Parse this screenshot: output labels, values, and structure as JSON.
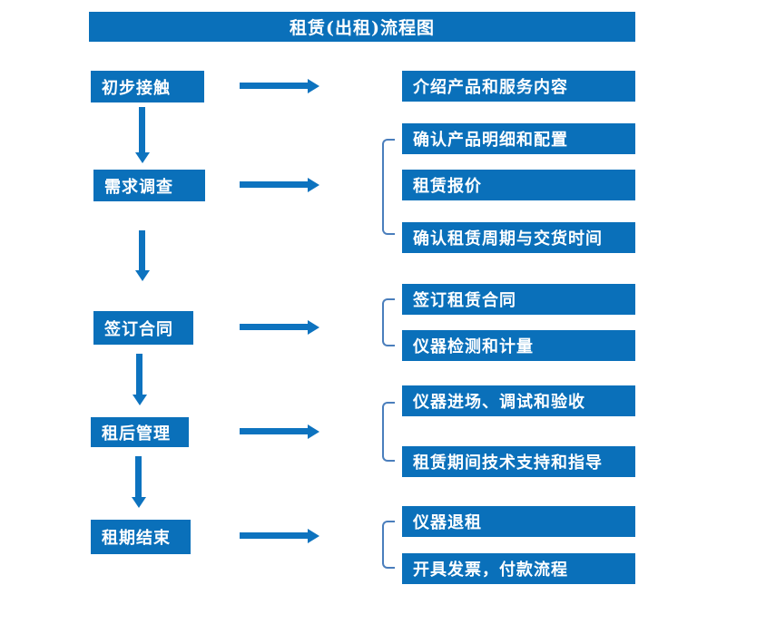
{
  "title": "租赁(出租)流程图",
  "colors": {
    "box_blue": "#0a70ba",
    "arrow_blue": "#0d73bf",
    "bracket_blue": "#4a7ebc",
    "text_white": "#ffffff",
    "background": "#ffffff"
  },
  "steps": [
    {
      "label": "初步接触",
      "details": [
        "介绍产品和服务内容"
      ]
    },
    {
      "label": "需求调查",
      "details": [
        "确认产品明细和配置",
        "租赁报价",
        "确认租赁周期与交货时间"
      ]
    },
    {
      "label": "签订合同",
      "details": [
        "签订租赁合同",
        "仪器检测和计量"
      ]
    },
    {
      "label": "租后管理",
      "details": [
        "仪器进场、调试和验收",
        "租赁期间技术支持和指导"
      ]
    },
    {
      "label": "租期结束",
      "details": [
        "仪器退租",
        "开具发票，付款流程"
      ]
    }
  ]
}
